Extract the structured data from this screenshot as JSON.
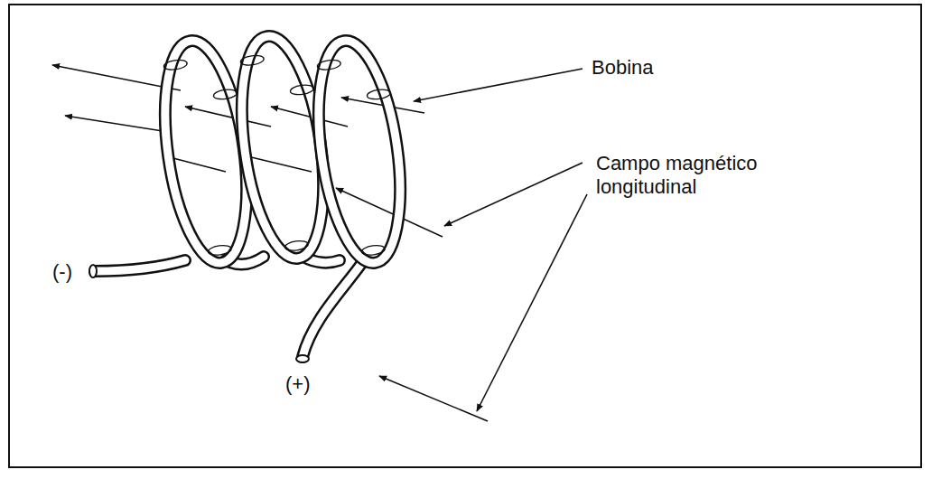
{
  "diagram": {
    "labels": [
      "Bobina",
      "Campo magnético longitudinal",
      "(-)",
      "(+)"
    ]
  }
}
